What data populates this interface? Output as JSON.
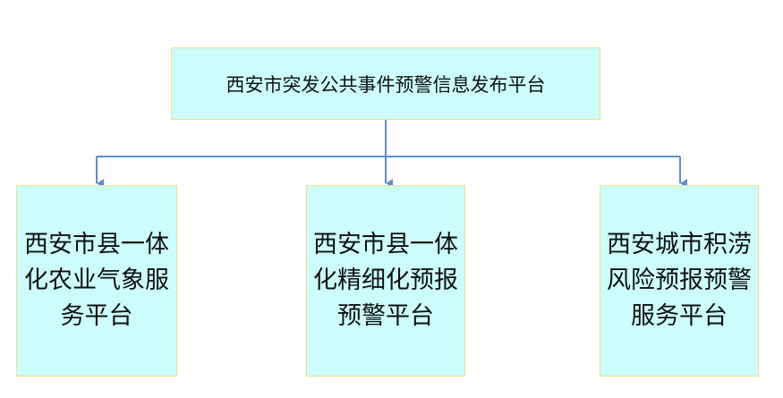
{
  "colors": {
    "box_fill": "#ccfcfc",
    "box_border": "#f0e08c",
    "connector": "#5b8fd1",
    "text": "#111111"
  },
  "root": {
    "label": "西安市突发公共事件预警信息发布平台"
  },
  "children": [
    {
      "label": "西安市县一体化农业气象服务平台"
    },
    {
      "label": "西安市县一体化精细化预报预警平台"
    },
    {
      "label": "西安城市积涝风险预报预警服务平台"
    }
  ]
}
